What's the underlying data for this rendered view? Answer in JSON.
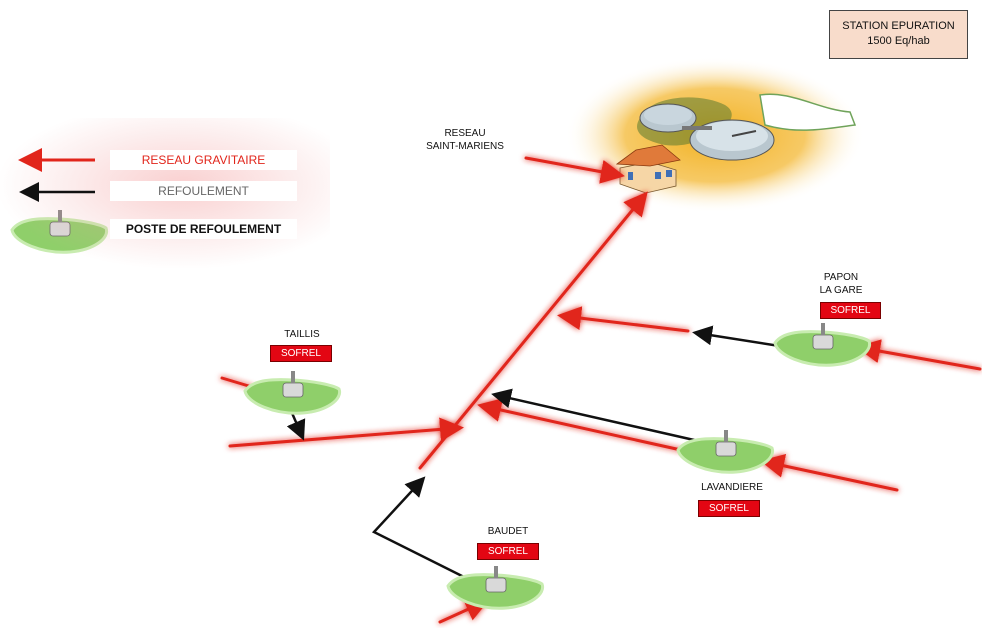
{
  "station": {
    "line1": "STATION EPURATION",
    "line2": "1500 Eq/hab"
  },
  "reseau": {
    "line1": "RESEAU",
    "line2": "SAINT-MARIENS"
  },
  "legend": {
    "gravitaire": "RESEAU GRAVITAIRE",
    "refoulement": "REFOULEMENT",
    "poste": "POSTE DE REFOULEMENT"
  },
  "sites": {
    "taillis": {
      "name": "TAILLIS",
      "badge": "SOFREL"
    },
    "papon": {
      "name_line1": "PAPON",
      "name_line2": "LA GARE",
      "badge": "SOFREL"
    },
    "lavandiere": {
      "name": "LAVANDIERE",
      "badge": "SOFREL"
    },
    "baudet": {
      "name": "BAUDET",
      "badge": "SOFREL"
    }
  },
  "colors": {
    "gravity_line": "#e1251b",
    "pressure_line": "#111111",
    "sofrel_badge": "#e30613",
    "station_box": "#f8dccb",
    "ground": "#8fcf6a",
    "plant_glow": "#f2b01e"
  }
}
